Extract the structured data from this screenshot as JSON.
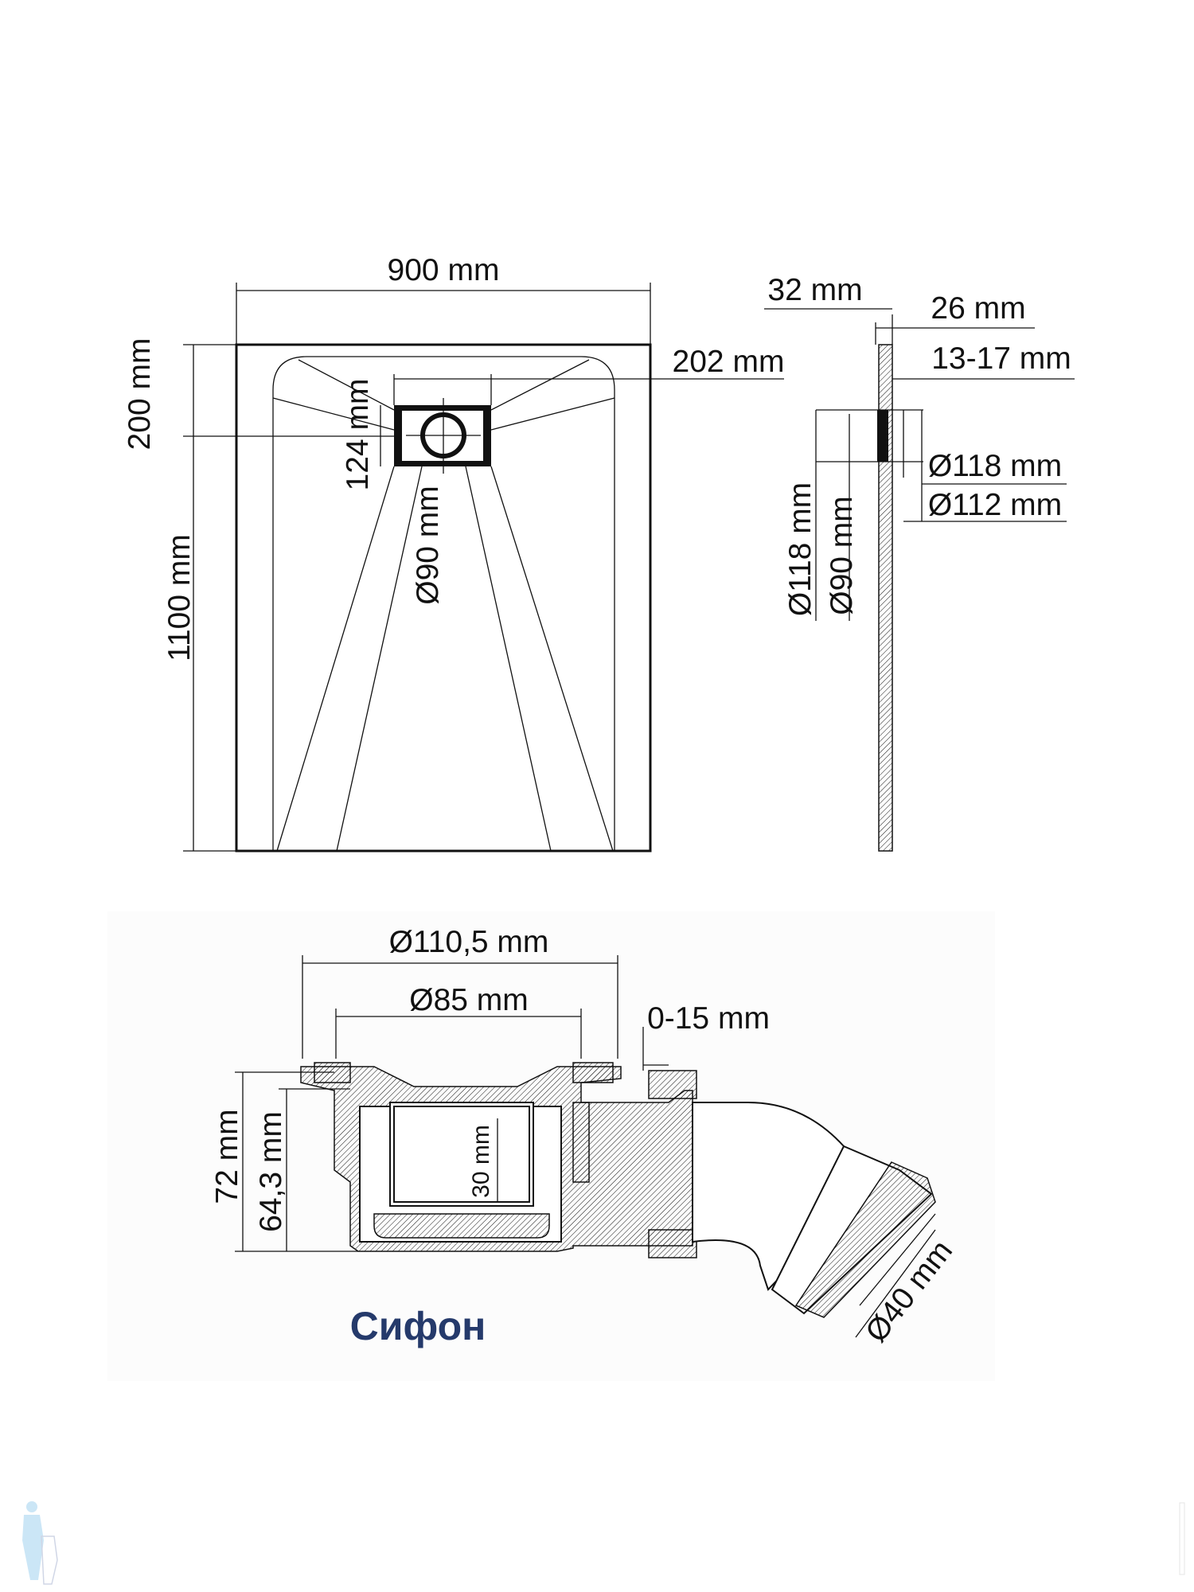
{
  "top_view": {
    "width_label": "900 mm",
    "length_label": "1100 mm",
    "drain_offset_label": "200 mm",
    "drain_width_label": "202 mm",
    "drain_height_label": "124 mm",
    "drain_diameter_label": "Ø90 mm"
  },
  "side_view": {
    "total_thickness_label": "32 mm",
    "plate_thickness_label": "26 mm",
    "edge_thickness_label": "13-17 mm",
    "outer_diameter_label": "Ø118 mm",
    "inner_diameter_label": "Ø112 mm",
    "vertical_outer_label": "Ø118 mm",
    "vertical_inner_label": "Ø90 mm"
  },
  "siphon": {
    "title": "Сифон",
    "flange_diameter_label": "Ø110,5 mm",
    "inner_diameter_label": "Ø85 mm",
    "adjust_label": "0-15 mm",
    "total_height_label": "72 mm",
    "body_height_label": "64,3 mm",
    "water_seal_label": "30 mm",
    "outlet_diameter_label": "Ø40 mm"
  },
  "colors": {
    "title": "#253a6b",
    "logo": "#bfe0f5"
  }
}
